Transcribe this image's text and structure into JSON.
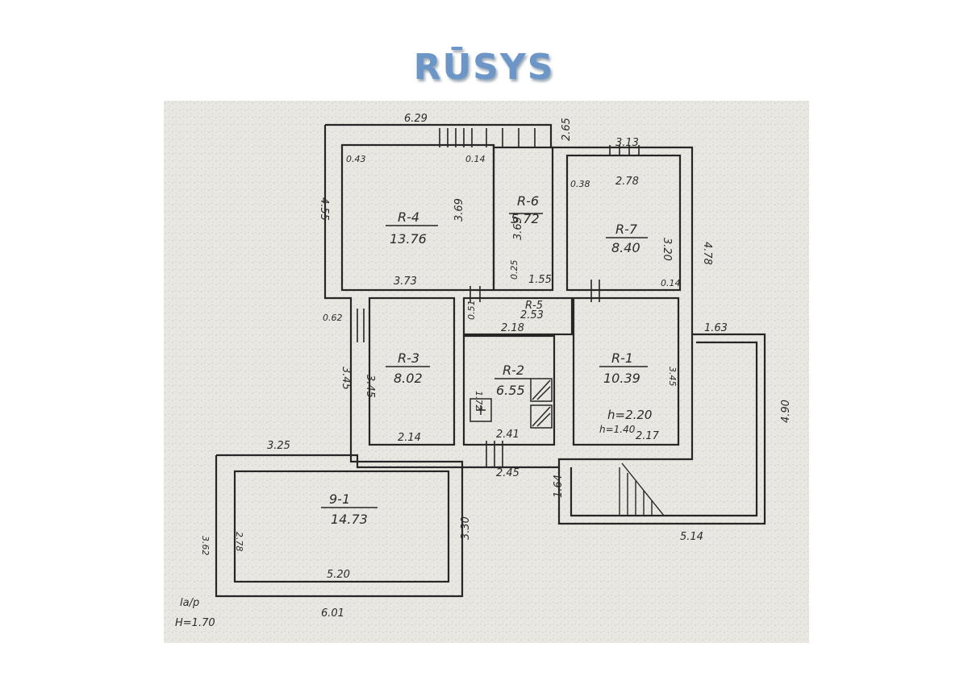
{
  "page_title": "RŪSYS",
  "rooms": [
    {
      "name": "R-4",
      "area": "13.76"
    },
    {
      "name": "R-6",
      "area": "5.72"
    },
    {
      "name": "R-7",
      "area": "8.40"
    },
    {
      "name": "R-3",
      "area": "8.02"
    },
    {
      "name": "R-2",
      "area": "6.55"
    },
    {
      "name": "R-1",
      "area": "10.39"
    },
    {
      "name": "R-5",
      "area": ""
    },
    {
      "name": "9-1",
      "area": "14.73"
    }
  ],
  "dimensions": {
    "top_left": "6.29",
    "top_mid": "2.65",
    "top_right": "3.13",
    "left_outer": "4.55",
    "r4_corner": "0.43",
    "r4_right_corner": "0.14",
    "r4_height": "3.69",
    "r4_width": "3.73",
    "r6_height": "3.69",
    "r6_corner": "0.25",
    "r6_width": "1.55",
    "r7_corner": "0.38",
    "r7_width": "2.78",
    "r7_height": "3.20",
    "r7_bottom": "0.14",
    "right_outer": "4.78",
    "r5_width": "2.53",
    "r2_width_top": "2.18",
    "r5_height": "0.51",
    "left_step": "0.62",
    "r3_outer": "3.45",
    "r3_height": "3.45",
    "r3_width": "2.14",
    "r2_height": "1.72",
    "r2_width_bottom": "2.41",
    "r1_height": "3.45",
    "r1_width": "2.17",
    "r1_h": "h=2.20",
    "r1_h2": "h=1.40",
    "corridor_width": "2.45",
    "stair_height": "1.64",
    "annex_top": "1.63",
    "annex_height": "4.90",
    "annex_bottom": "5.14",
    "cellar_top": "3.25",
    "cellar_left": "3.62",
    "cellar_inner_left": "2.78",
    "cellar_inner_width": "5.20",
    "cellar_outer_width": "6.01",
    "cellar_height": "3.30",
    "note_top": "la/p",
    "note_h": "H=1.70"
  }
}
